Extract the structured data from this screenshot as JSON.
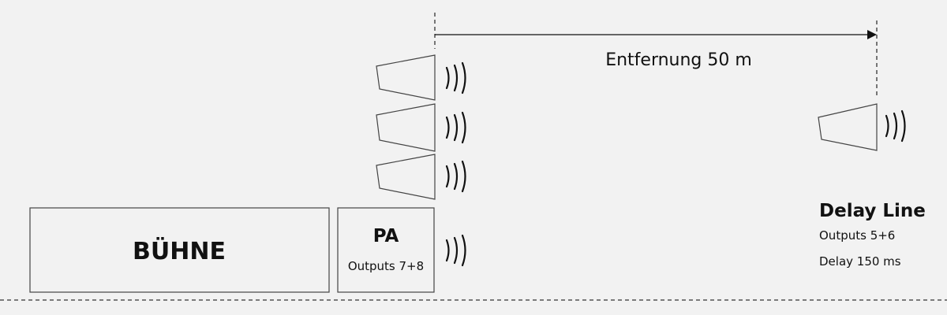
{
  "stage": {
    "label": "BÜHNE"
  },
  "pa": {
    "title": "PA",
    "outputs": "Outputs 7+8"
  },
  "distance": {
    "label": "Entfernung 50 m"
  },
  "delay_line": {
    "title": "Delay Line",
    "outputs": "Outputs 5+6",
    "delay": "Delay 150 ms"
  },
  "icons": {
    "speaker": "speaker-icon",
    "sound_waves": "sound-waves-icon"
  }
}
